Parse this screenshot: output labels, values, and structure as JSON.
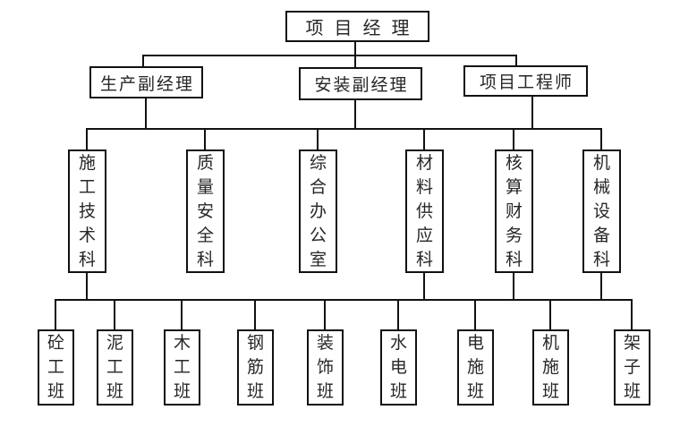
{
  "org": {
    "root": {
      "label": "项目经理"
    },
    "managers": [
      {
        "label": "生产副经理"
      },
      {
        "label": "安装副经理"
      },
      {
        "label": "项目工程师"
      }
    ],
    "departments": [
      {
        "label": "施工技术科"
      },
      {
        "label": "质量安全科"
      },
      {
        "label": "综合办公室"
      },
      {
        "label": "材料供应科"
      },
      {
        "label": "核算财务科"
      },
      {
        "label": "机械设备科"
      }
    ],
    "crews": [
      {
        "label": "砼工班"
      },
      {
        "label": "泥工班"
      },
      {
        "label": "木工班"
      },
      {
        "label": "钢筋班"
      },
      {
        "label": "装饰班"
      },
      {
        "label": "水电班"
      },
      {
        "label": "电施班"
      },
      {
        "label": "机施班"
      },
      {
        "label": "架子班"
      }
    ],
    "colors": {
      "line": "#111111",
      "box_border": "#111111",
      "background": "#ffffff",
      "text": "#262626"
    }
  }
}
